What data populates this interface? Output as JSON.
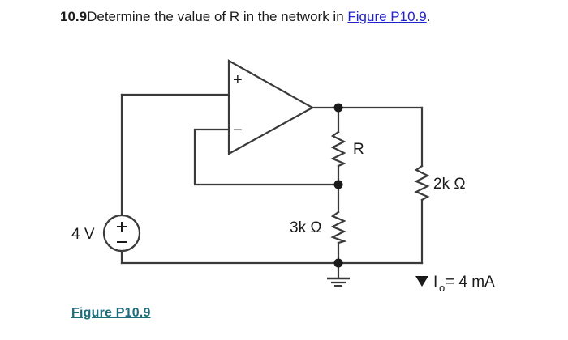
{
  "question": {
    "number": "10.9",
    "text_before_link": "Determine the value of R in the network in ",
    "link_text": "Figure P10.9",
    "text_after_link": "."
  },
  "figure": {
    "caption": "Figure P10.9",
    "caption_color": "#1c6e7e",
    "link_color": "#2222cc",
    "wire_color": "#3a3a3a",
    "components": {
      "source_label": "4 V",
      "source_plus": "+",
      "source_minus": "−",
      "opamp_plus": "+",
      "opamp_minus": "−",
      "resistor_r_label": "R",
      "resistor_2k_label": "2k Ω",
      "resistor_3k_label": "3k Ω",
      "current_label_main": "I",
      "current_label_sub": "o",
      "current_label_value": " = 4 mA"
    }
  }
}
